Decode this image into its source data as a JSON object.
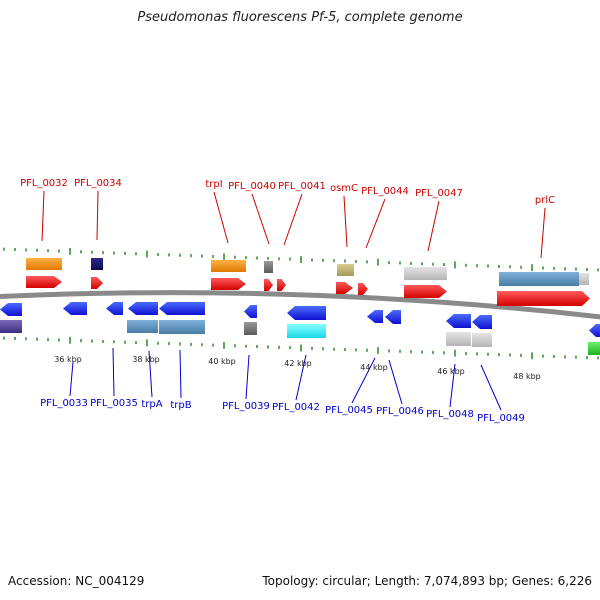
{
  "title": "Pseudomonas fluorescens Pf-5, complete genome",
  "accession_text": "Accession: NC_004129",
  "summary_text": "Topology: circular; Length: 7,074,893 bp; Genes: 6,226",
  "colors": {
    "top_label": "#cc0000",
    "bottom_label": "#0000cc",
    "tick": "#2a8a2a",
    "backbone": "#8a8a8a"
  },
  "kbp_labels": [
    "36 kbp",
    "38 kbp",
    "40 kbp",
    "42 kbp",
    "44 kbp",
    "46 kbp",
    "48 kbp"
  ],
  "top_genes": [
    {
      "name": "PFL_0032"
    },
    {
      "name": "PFL_0034"
    },
    {
      "name": "trpI"
    },
    {
      "name": "PFL_0040"
    },
    {
      "name": "PFL_0041"
    },
    {
      "name": "osmC"
    },
    {
      "name": "PFL_0044"
    },
    {
      "name": "PFL_0047"
    },
    {
      "name": "prlC"
    }
  ],
  "bottom_genes": [
    {
      "name": "PFL_0033"
    },
    {
      "name": "PFL_0035"
    },
    {
      "name": "trpA"
    },
    {
      "name": "trpB"
    },
    {
      "name": "PFL_0039"
    },
    {
      "name": "PFL_0042"
    },
    {
      "name": "PFL_0045"
    },
    {
      "name": "PFL_0046"
    },
    {
      "name": "PFL_0048"
    },
    {
      "name": "PFL_0049"
    }
  ]
}
